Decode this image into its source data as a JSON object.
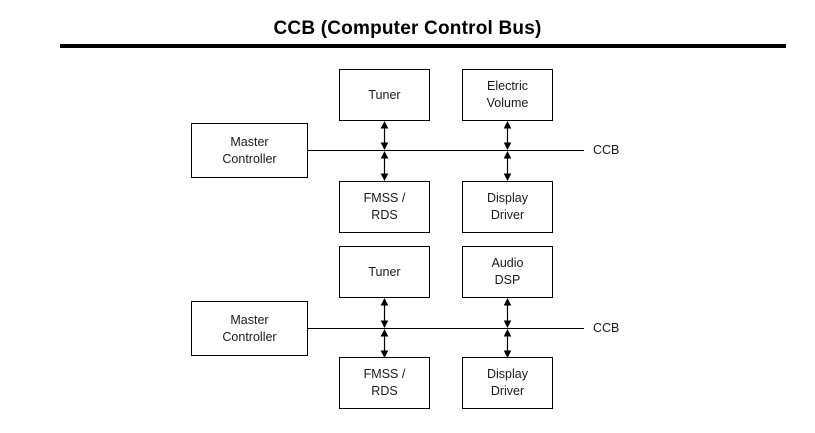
{
  "page": {
    "title": "CCB (Computer Control Bus)",
    "background_color": "#ffffff",
    "line_color": "#000000"
  },
  "diagram": {
    "type": "block-diagram",
    "bus_name": "CCB",
    "sections": [
      {
        "id": "upper",
        "bus_label": "CCB",
        "master": {
          "line1": "Master",
          "line2": "Controller"
        },
        "top_nodes": [
          {
            "line1": "Tuner",
            "line2": ""
          },
          {
            "line1": "Electric",
            "line2": "Volume"
          }
        ],
        "bottom_nodes": [
          {
            "line1": "FMSS /",
            "line2": "RDS"
          },
          {
            "line1": "Display",
            "line2": "Driver"
          }
        ]
      },
      {
        "id": "lower",
        "bus_label": "CCB",
        "master": {
          "line1": "Master",
          "line2": "Controller"
        },
        "top_nodes": [
          {
            "line1": "Tuner",
            "line2": ""
          },
          {
            "line1": "Audio",
            "line2": "DSP"
          }
        ],
        "bottom_nodes": [
          {
            "line1": "FMSS /",
            "line2": "RDS"
          },
          {
            "line1": "Display",
            "line2": "Driver"
          }
        ]
      }
    ]
  }
}
